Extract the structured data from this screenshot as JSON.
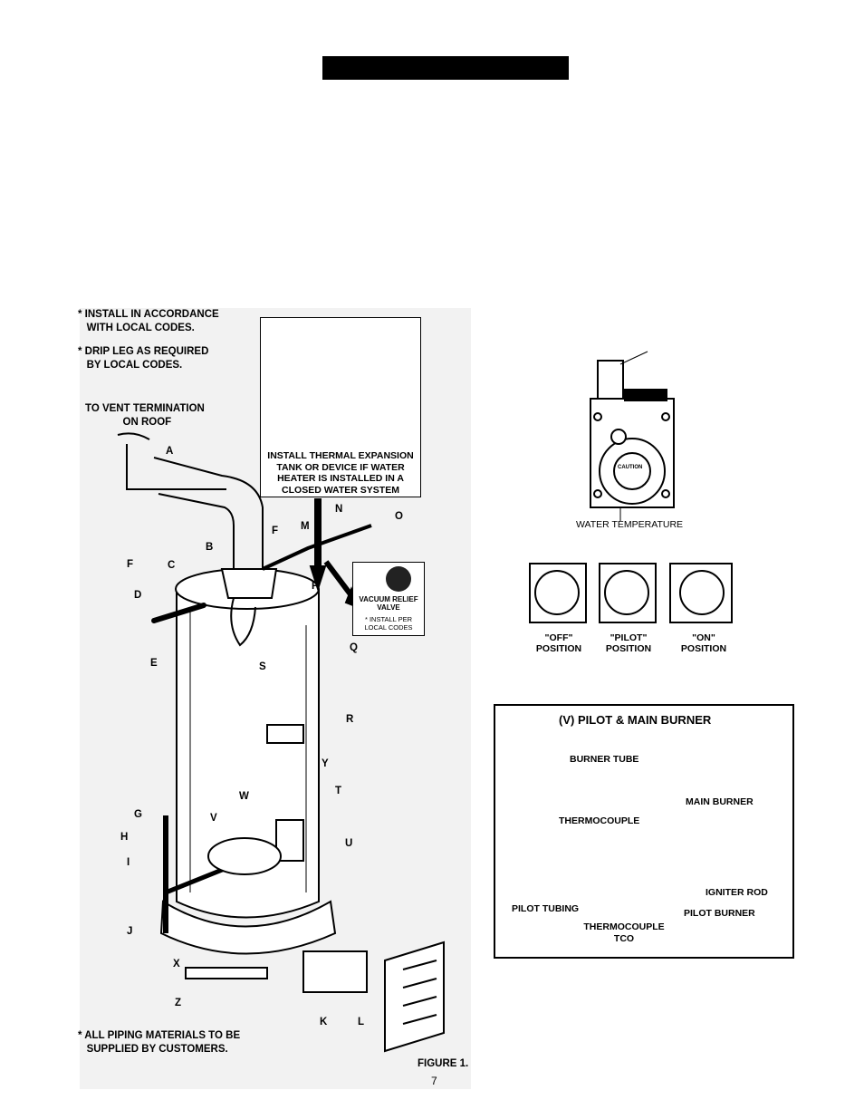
{
  "page": {
    "figure_caption": "FIGURE 1.",
    "page_number": "7"
  },
  "notes": {
    "install_codes": "* INSTALL IN ACCORDANCE\n   WITH LOCAL CODES.",
    "drip_leg": "* DRIP LEG AS REQUIRED\n   BY LOCAL CODES.",
    "vent": "TO VENT TERMINATION\n             ON ROOF",
    "piping": "* ALL PIPING MATERIALS TO BE\n   SUPPLIED BY CUSTOMERS."
  },
  "expansion_tank": {
    "text": "INSTALL THERMAL EXPANSION\nTANK OR DEVICE IF WATER\nHEATER IS INSTALLED IN A\nCLOSED WATER SYSTEM"
  },
  "vacuum_relief": {
    "title": "VACUUM RELIEF\nVALVE",
    "note": "* INSTALL PER\nLOCAL CODES"
  },
  "part_letters": [
    "A",
    "B",
    "C",
    "D",
    "E",
    "F",
    "F",
    "G",
    "H",
    "I",
    "J",
    "K",
    "L",
    "M",
    "N",
    "O",
    "P",
    "Q",
    "R",
    "S",
    "T",
    "U",
    "V",
    "W",
    "X",
    "Y",
    "Z"
  ],
  "gas_control": {
    "water_temperature_label": "WATER TEMPERATURE",
    "caution_text": "CAUTION",
    "positions": [
      "\"OFF\"\nPOSITION",
      "\"PILOT\"\nPOSITION",
      "\"ON\"\nPOSITION"
    ]
  },
  "burner_panel": {
    "title": "(V) PILOT & MAIN BURNER",
    "labels": {
      "burner_tube": "BURNER TUBE",
      "main_burner": "MAIN BURNER",
      "thermocouple": "THERMOCOUPLE",
      "igniter_rod": "IGNITER ROD",
      "pilot_tubing": "PILOT TUBING",
      "pilot_burner": "PILOT BURNER",
      "thermocouple_tco": "THERMOCOUPLE\nTCO"
    }
  }
}
